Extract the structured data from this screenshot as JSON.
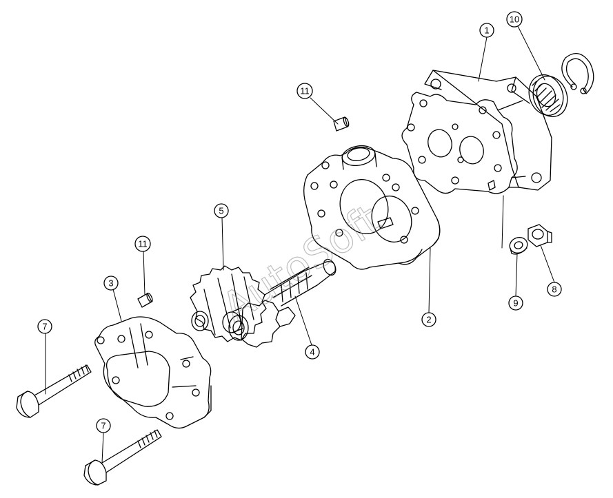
{
  "diagram": {
    "watermark": "AutoSoft",
    "colors": {
      "line": "#000000",
      "background": "#ffffff",
      "watermark": "#8a8a8a"
    },
    "callouts": [
      {
        "id": "c1",
        "label": "1"
      },
      {
        "id": "c10",
        "label": "10"
      },
      {
        "id": "c11a",
        "label": "11"
      },
      {
        "id": "c5",
        "label": "5"
      },
      {
        "id": "c11b",
        "label": "11"
      },
      {
        "id": "c3",
        "label": "3"
      },
      {
        "id": "c7a",
        "label": "7"
      },
      {
        "id": "c7b",
        "label": "7"
      },
      {
        "id": "c4",
        "label": "4"
      },
      {
        "id": "c2",
        "label": "2"
      },
      {
        "id": "c9",
        "label": "9"
      },
      {
        "id": "c8",
        "label": "8"
      }
    ]
  }
}
